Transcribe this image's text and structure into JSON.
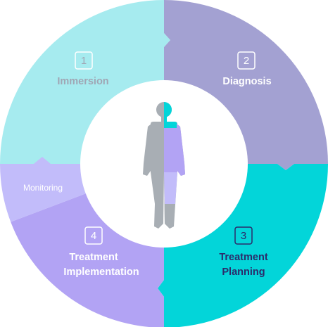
{
  "colors": {
    "immersion": "#a6ebef",
    "diagnosis": "#a3a1d2",
    "treatment_planning": "#03d5d9",
    "treatment_implementation": "#b2a3f4",
    "monitoring": "#c2bcfa",
    "center": "#ffffff",
    "body_gray": "#a8aeb4",
    "immersion_text": "#a0a6b4",
    "white_text": "#ffffff",
    "planning_text": "#2c2b6a"
  },
  "stages": {
    "immersion": {
      "number": "1",
      "label": "Immersion"
    },
    "diagnosis": {
      "number": "2",
      "label": "Diagnosis"
    },
    "treatment_planning": {
      "number": "3",
      "label_line1": "Treatment",
      "label_line2": "Planning"
    },
    "treatment_implementation": {
      "number": "4",
      "label_line1": "Treatment",
      "label_line2": "Implementation"
    },
    "monitoring": {
      "label": "Monitoring"
    }
  },
  "center_figure": {
    "icon": "human-body-icon"
  }
}
